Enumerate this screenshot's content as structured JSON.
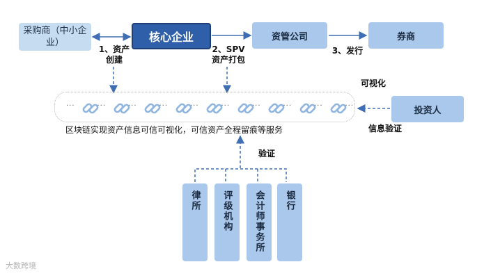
{
  "nodes": {
    "purchaser": "采购商（中小企业）",
    "core_enterprise": "核心企业",
    "asset_mgmt": "资管公司",
    "broker": "券商",
    "investor": "投资人"
  },
  "edge_labels": {
    "step1": "1、资产\n创建",
    "step2": "2、SPV\n资产打包",
    "step3": "3、发行",
    "visualize": "可视化",
    "info_verify": "信息验证",
    "verify": "验证"
  },
  "blockchain": {
    "caption": "区块链实现资产信息可信可视化，可信资产全程留痕等服务",
    "link_icon_count": 9
  },
  "verifiers": [
    "律所",
    "评级机构",
    "会计师事务所",
    "银行"
  ],
  "watermark": "大数跨境",
  "colors": {
    "light_box": "#c6dcf1",
    "mid_box": "#a9c8eb",
    "dark_box": "#2f5fa8",
    "arrow": "#3f6fb2",
    "link_icon": "#8fb5e0"
  }
}
